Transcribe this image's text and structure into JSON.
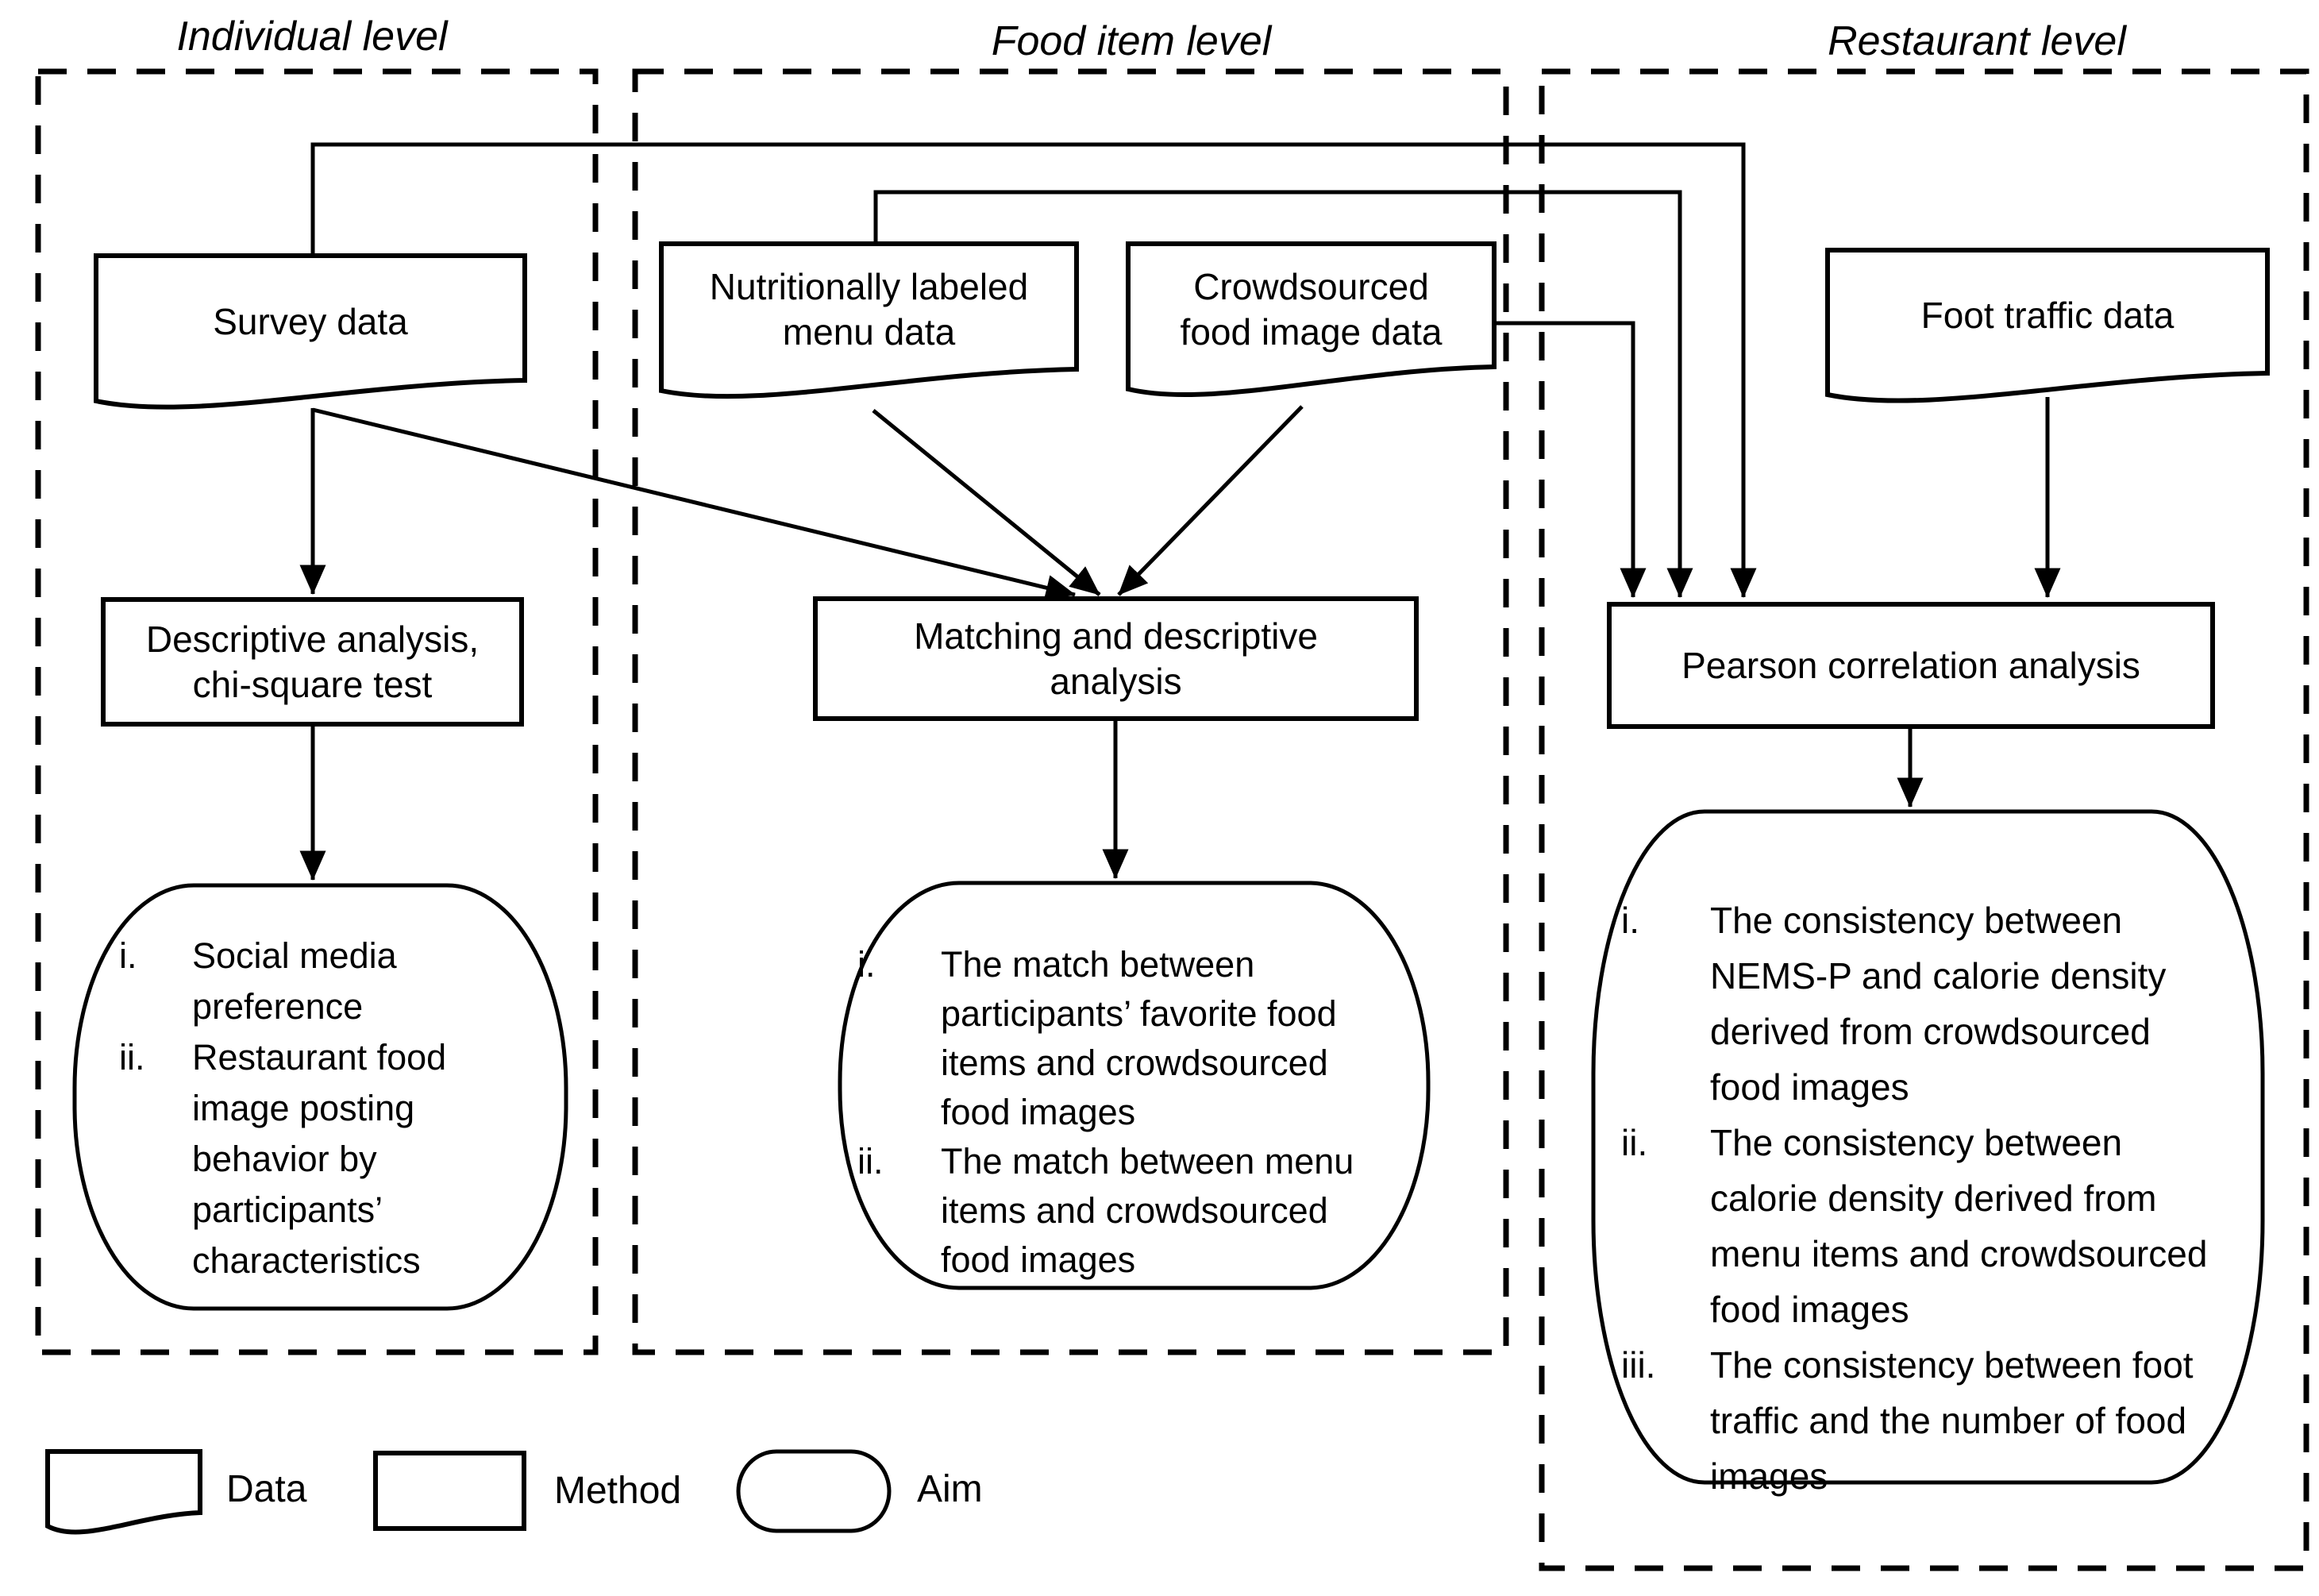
{
  "figure": {
    "columns": [
      {
        "label": "Individual level"
      },
      {
        "label": "Food item level"
      },
      {
        "label": "Restaurant level"
      }
    ],
    "nodes": {
      "survey": {
        "label": "Survey data",
        "shape": "data"
      },
      "menu": {
        "label": "Nutritionally labeled\nmenu data",
        "shape": "data"
      },
      "crowd": {
        "label": "Crowdsourced\nfood image data",
        "shape": "data"
      },
      "foot": {
        "label": "Foot traffic data",
        "shape": "data"
      },
      "descriptive": {
        "label": "Descriptive analysis,\nchi-square test",
        "shape": "method"
      },
      "matching": {
        "label": "Matching and descriptive\nanalysis",
        "shape": "method"
      },
      "pearson": {
        "label": "Pearson correlation analysis",
        "shape": "method"
      },
      "aim1": {
        "shape": "aim",
        "items": [
          {
            "num": "i.",
            "text": "Social media preference"
          },
          {
            "num": "ii.",
            "text": "Restaurant food image posting behavior by participants’ characteristics"
          }
        ]
      },
      "aim2": {
        "shape": "aim",
        "items": [
          {
            "num": "i.",
            "text": "The match between participants’ favorite food items and crowdsourced food images"
          },
          {
            "num": "ii.",
            "text": "The match between menu items and crowdsourced food images"
          }
        ]
      },
      "aim3": {
        "shape": "aim",
        "items": [
          {
            "num": "i.",
            "text": "The consistency between NEMS-P and calorie density derived from crowdsourced food images"
          },
          {
            "num": "ii.",
            "text": "The consistency between calorie density derived from menu items and crowdsourced food images"
          },
          {
            "num": "iii.",
            "text": "The consistency between foot traffic and the number of food images"
          }
        ]
      }
    },
    "legend": [
      {
        "shape": "data",
        "label": "Data"
      },
      {
        "shape": "method",
        "label": "Method"
      },
      {
        "shape": "aim",
        "label": "Aim"
      }
    ],
    "colors": {
      "ink": "#000000",
      "background": "#ffffff"
    }
  }
}
